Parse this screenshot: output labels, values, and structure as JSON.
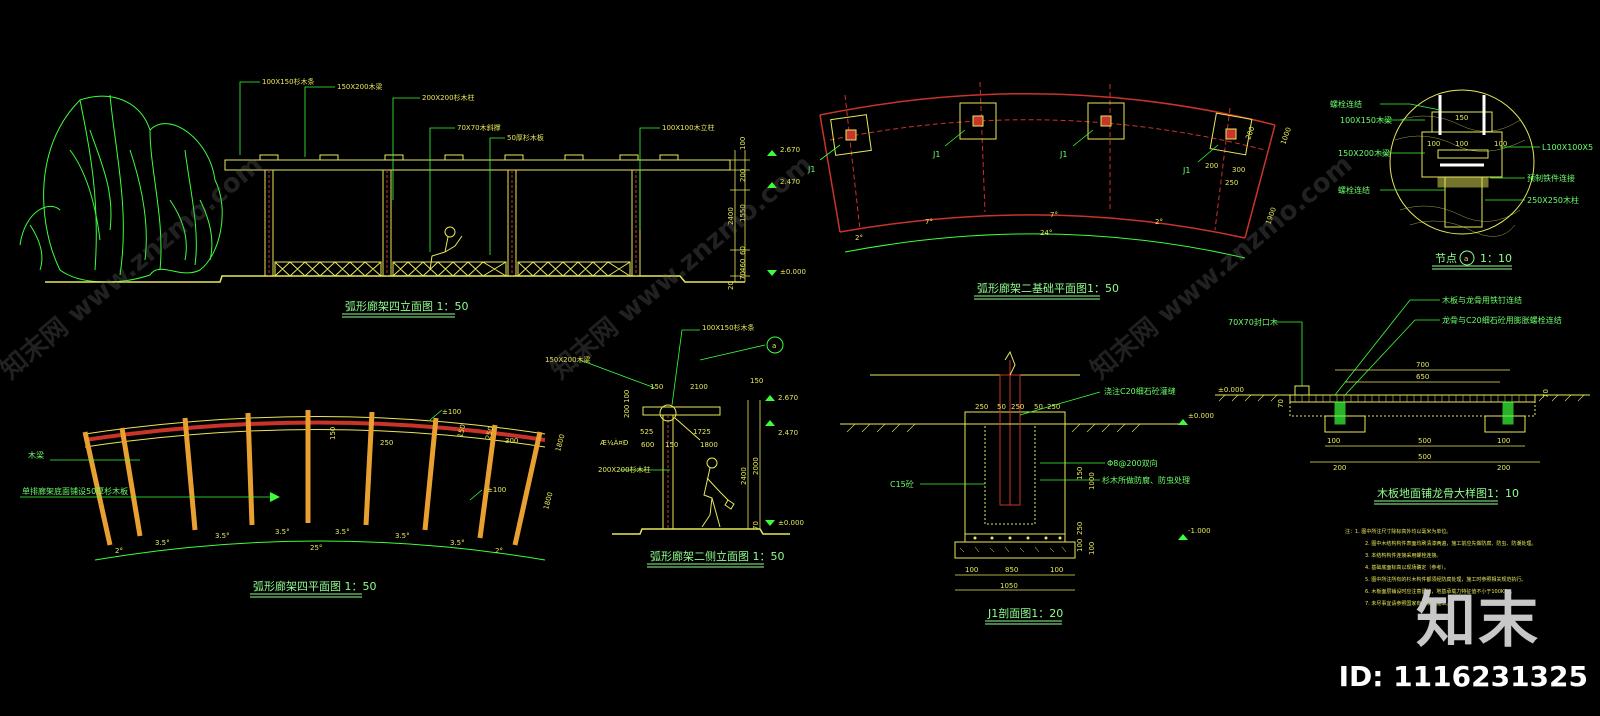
{
  "titles": {
    "front_elevation": "弧形廊架四立面图 1：50",
    "plan": "弧形廊架四平面图 1：50",
    "side_elevation": "弧形廊架二侧立面图 1：50",
    "foundation_plan": "弧形廊架二基础平面图1：50",
    "section_j1": "J1剖面图1：20",
    "node_a": "节点",
    "node_a_scale": "1：10",
    "node_a_mark": "a",
    "deck_detail": "木板地面铺龙骨大样图1：10"
  },
  "front_elevation": {
    "labels": [
      "100X150杉木条",
      "150X200木梁",
      "200X200杉木柱",
      "70X70木斜撑",
      "50厚杉木板",
      "100X100木立柱"
    ],
    "dims": [
      "2.670",
      "2.470",
      "±0.000",
      "100",
      "200",
      "1550",
      "2400",
      "60",
      "460",
      "20",
      "70"
    ]
  },
  "plan": {
    "labels": [
      "木梁",
      "单排廊架底面铺设50厚杉木板"
    ],
    "dims": [
      "2°",
      "3.5°",
      "3.5°",
      "3.5°",
      "3.5°",
      "3.5°",
      "3.5°",
      "2°",
      "25°",
      "±100",
      "150",
      "250",
      "300",
      "±100",
      "250",
      "150",
      "1800",
      "1800"
    ]
  },
  "side_elevation": {
    "labels": [
      "100X150杉木条",
      "150X200木梁",
      "200X200杉木柱",
      "Æ¼À¤Ð"
    ],
    "dims": [
      "150",
      "2100",
      "150",
      "100",
      "200",
      "525",
      "1725",
      "600",
      "150",
      "1800",
      "2.670",
      "2.470",
      "2400",
      "2000",
      "70",
      "±0.000"
    ]
  },
  "foundation_plan": {
    "labels": [
      "J1",
      "J1",
      "J1",
      "J1"
    ],
    "dims": [
      "2°",
      "7°",
      "7°",
      "2°",
      "24°",
      "200",
      "300",
      "200",
      "250",
      "1000",
      "1900"
    ]
  },
  "section_j1": {
    "labels": [
      "浇注C20细石砼灌缝",
      "C15砼",
      "Φ8@200双向",
      "杉木所做防腐、防虫处理"
    ],
    "dims": [
      "250",
      "50",
      "250",
      "50",
      "250",
      "±0.000",
      "-1.000",
      "100",
      "850",
      "100",
      "1050",
      "150",
      "1000",
      "250",
      "100",
      "100"
    ]
  },
  "node_a": {
    "labels": [
      "螺栓连结",
      "100X150木梁",
      "150X200木梁",
      "螺栓连结",
      "L100X100X5",
      "预制铁件连接",
      "250X250木柱"
    ],
    "dims": [
      "150",
      "100",
      "100",
      "100"
    ]
  },
  "deck_detail": {
    "labels": [
      "木板与龙骨用铁钉连结",
      "龙骨与C20细石砼用膨胀螺栓连结",
      "70X70封口木"
    ],
    "dims": [
      "700",
      "650",
      "±0.000",
      "70",
      "70",
      "100",
      "500",
      "100",
      "200",
      "500",
      "200"
    ]
  },
  "notes": {
    "head": "注：1. 图中所注尺寸除标高外均以毫米为单位。",
    "lines": [
      "2. 图中木结构构件表面均刷清漆两遍，施工前应先做防腐、防虫、防潮处理。",
      "3. 本结构构件连接采用螺栓连接。",
      "4. 基础底面标高以现场确定（参考）。",
      "5. 图中所注所有的杉木构件都须经防腐处理，施工时参照相关规范执行。",
      "6. 木板面层铺设时应注意留缝，地基承载力特征值不小于100KPa。",
      "7. 未尽事宜请参照国家有关规范施工。"
    ]
  },
  "watermark": {
    "repeat_text": "知末网 www.znzmo.com",
    "brand": "知末",
    "id": "ID: 1116231325"
  },
  "colors": {
    "line_yellow": "#e8e85a",
    "line_green": "#3cff3c",
    "line_red": "#c8342a",
    "title_green": "#8fff8f",
    "background": "#000000"
  }
}
